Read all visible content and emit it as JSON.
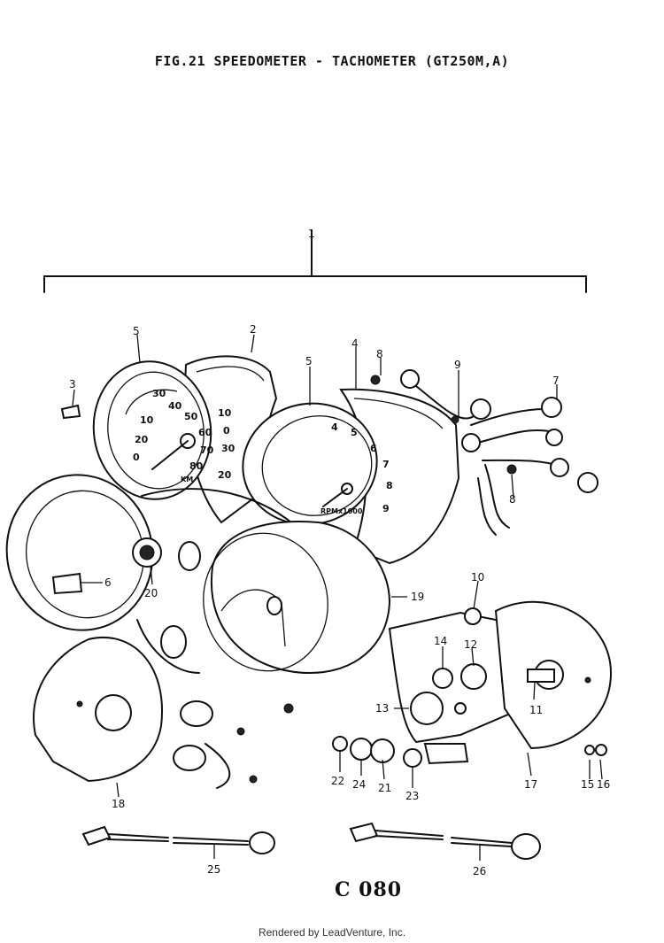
{
  "figure": {
    "title": "FIG.21  SPEEDOMETER - TACHOMETER (GT250M,A)",
    "page_code": "C 080",
    "footer": "Rendered by LeadVenture, Inc."
  },
  "dials": {
    "speedometer_numbers": [
      "40",
      "50",
      "60",
      "70",
      "80",
      "10",
      "20",
      "30",
      "0"
    ],
    "speedometer_unit": "KM",
    "speedometer_odo_numbers": [
      "10",
      "0",
      "30",
      "20"
    ],
    "tachometer_numbers": [
      "6",
      "7",
      "8",
      "9",
      "5",
      "4"
    ],
    "tachometer_unit": "RPMx1000"
  },
  "callouts": {
    "c1": "1",
    "c2": "2",
    "c3": "3",
    "c4": "4",
    "c5a": "5",
    "c5b": "5",
    "c6": "6",
    "c7": "7",
    "c8a": "8",
    "c8b": "8",
    "c9": "9",
    "c10": "10",
    "c11": "11",
    "c12": "12",
    "c13": "13",
    "c14": "14",
    "c15": "15",
    "c16": "16",
    "c17": "17",
    "c18": "18",
    "c19": "19",
    "c20": "20",
    "c21": "21",
    "c22": "22",
    "c23": "23",
    "c24": "24",
    "c25": "25",
    "c26": "26"
  }
}
